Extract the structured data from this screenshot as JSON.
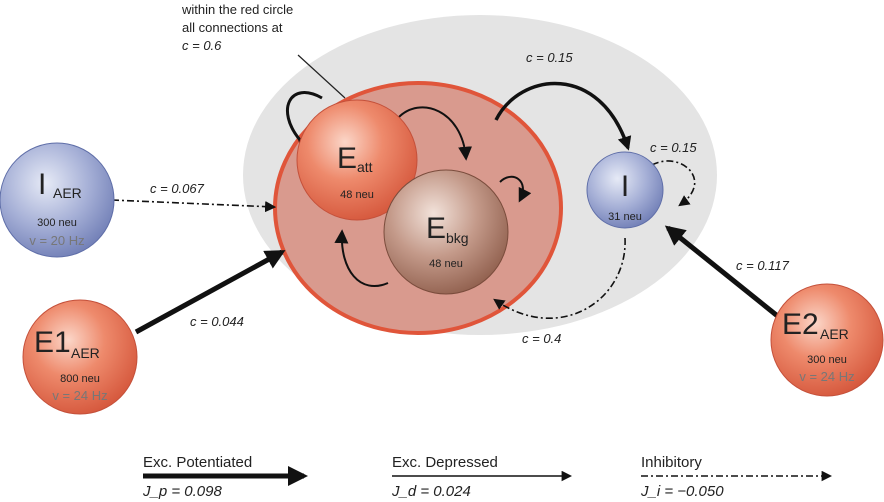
{
  "annotation": {
    "lines": [
      "within the red circle",
      "all connections at",
      "c = 0.6"
    ]
  },
  "nodes": {
    "i_aer": {
      "name": "I",
      "sub": "AER",
      "count": "300 neu",
      "rate": "v = 20 Hz"
    },
    "e1_aer": {
      "name": "E1",
      "sub": "AER",
      "count": "800 neu",
      "rate": "v = 24 Hz"
    },
    "e_att": {
      "name": "E",
      "sub": "att",
      "count": "48 neu"
    },
    "e_bkg": {
      "name": "E",
      "sub": "bkg",
      "count": "48 neu"
    },
    "i": {
      "name": "I",
      "count": "31 neu"
    },
    "e2_aer": {
      "name": "E2",
      "sub": "AER",
      "count": "300 neu",
      "rate": "v = 24 Hz"
    }
  },
  "edges": {
    "i_aer_to_exc": "c = 0.067",
    "e1_to_exc": "c = 0.044",
    "exc_to_i": "c = 0.15",
    "i_self": "c = 0.15",
    "i_to_exc": "c = 0.4",
    "e2_to_i": "c = 0.117"
  },
  "legend": [
    {
      "label": "Exc. Potentiated",
      "j": "J_p = 0.098",
      "style": "thick"
    },
    {
      "label": "Exc. Depressed",
      "j": "J_d = 0.024",
      "style": "thin"
    },
    {
      "label": "Inhibitory",
      "j": "J_i = −0.050",
      "style": "dashdot"
    }
  ],
  "colors": {
    "excitatory_node": "#e8775a",
    "inhibitory_node": "#8b97c8",
    "background_node": "#b98878",
    "red_circle": "#e0553a",
    "gray_region": "#e4e4e4"
  }
}
